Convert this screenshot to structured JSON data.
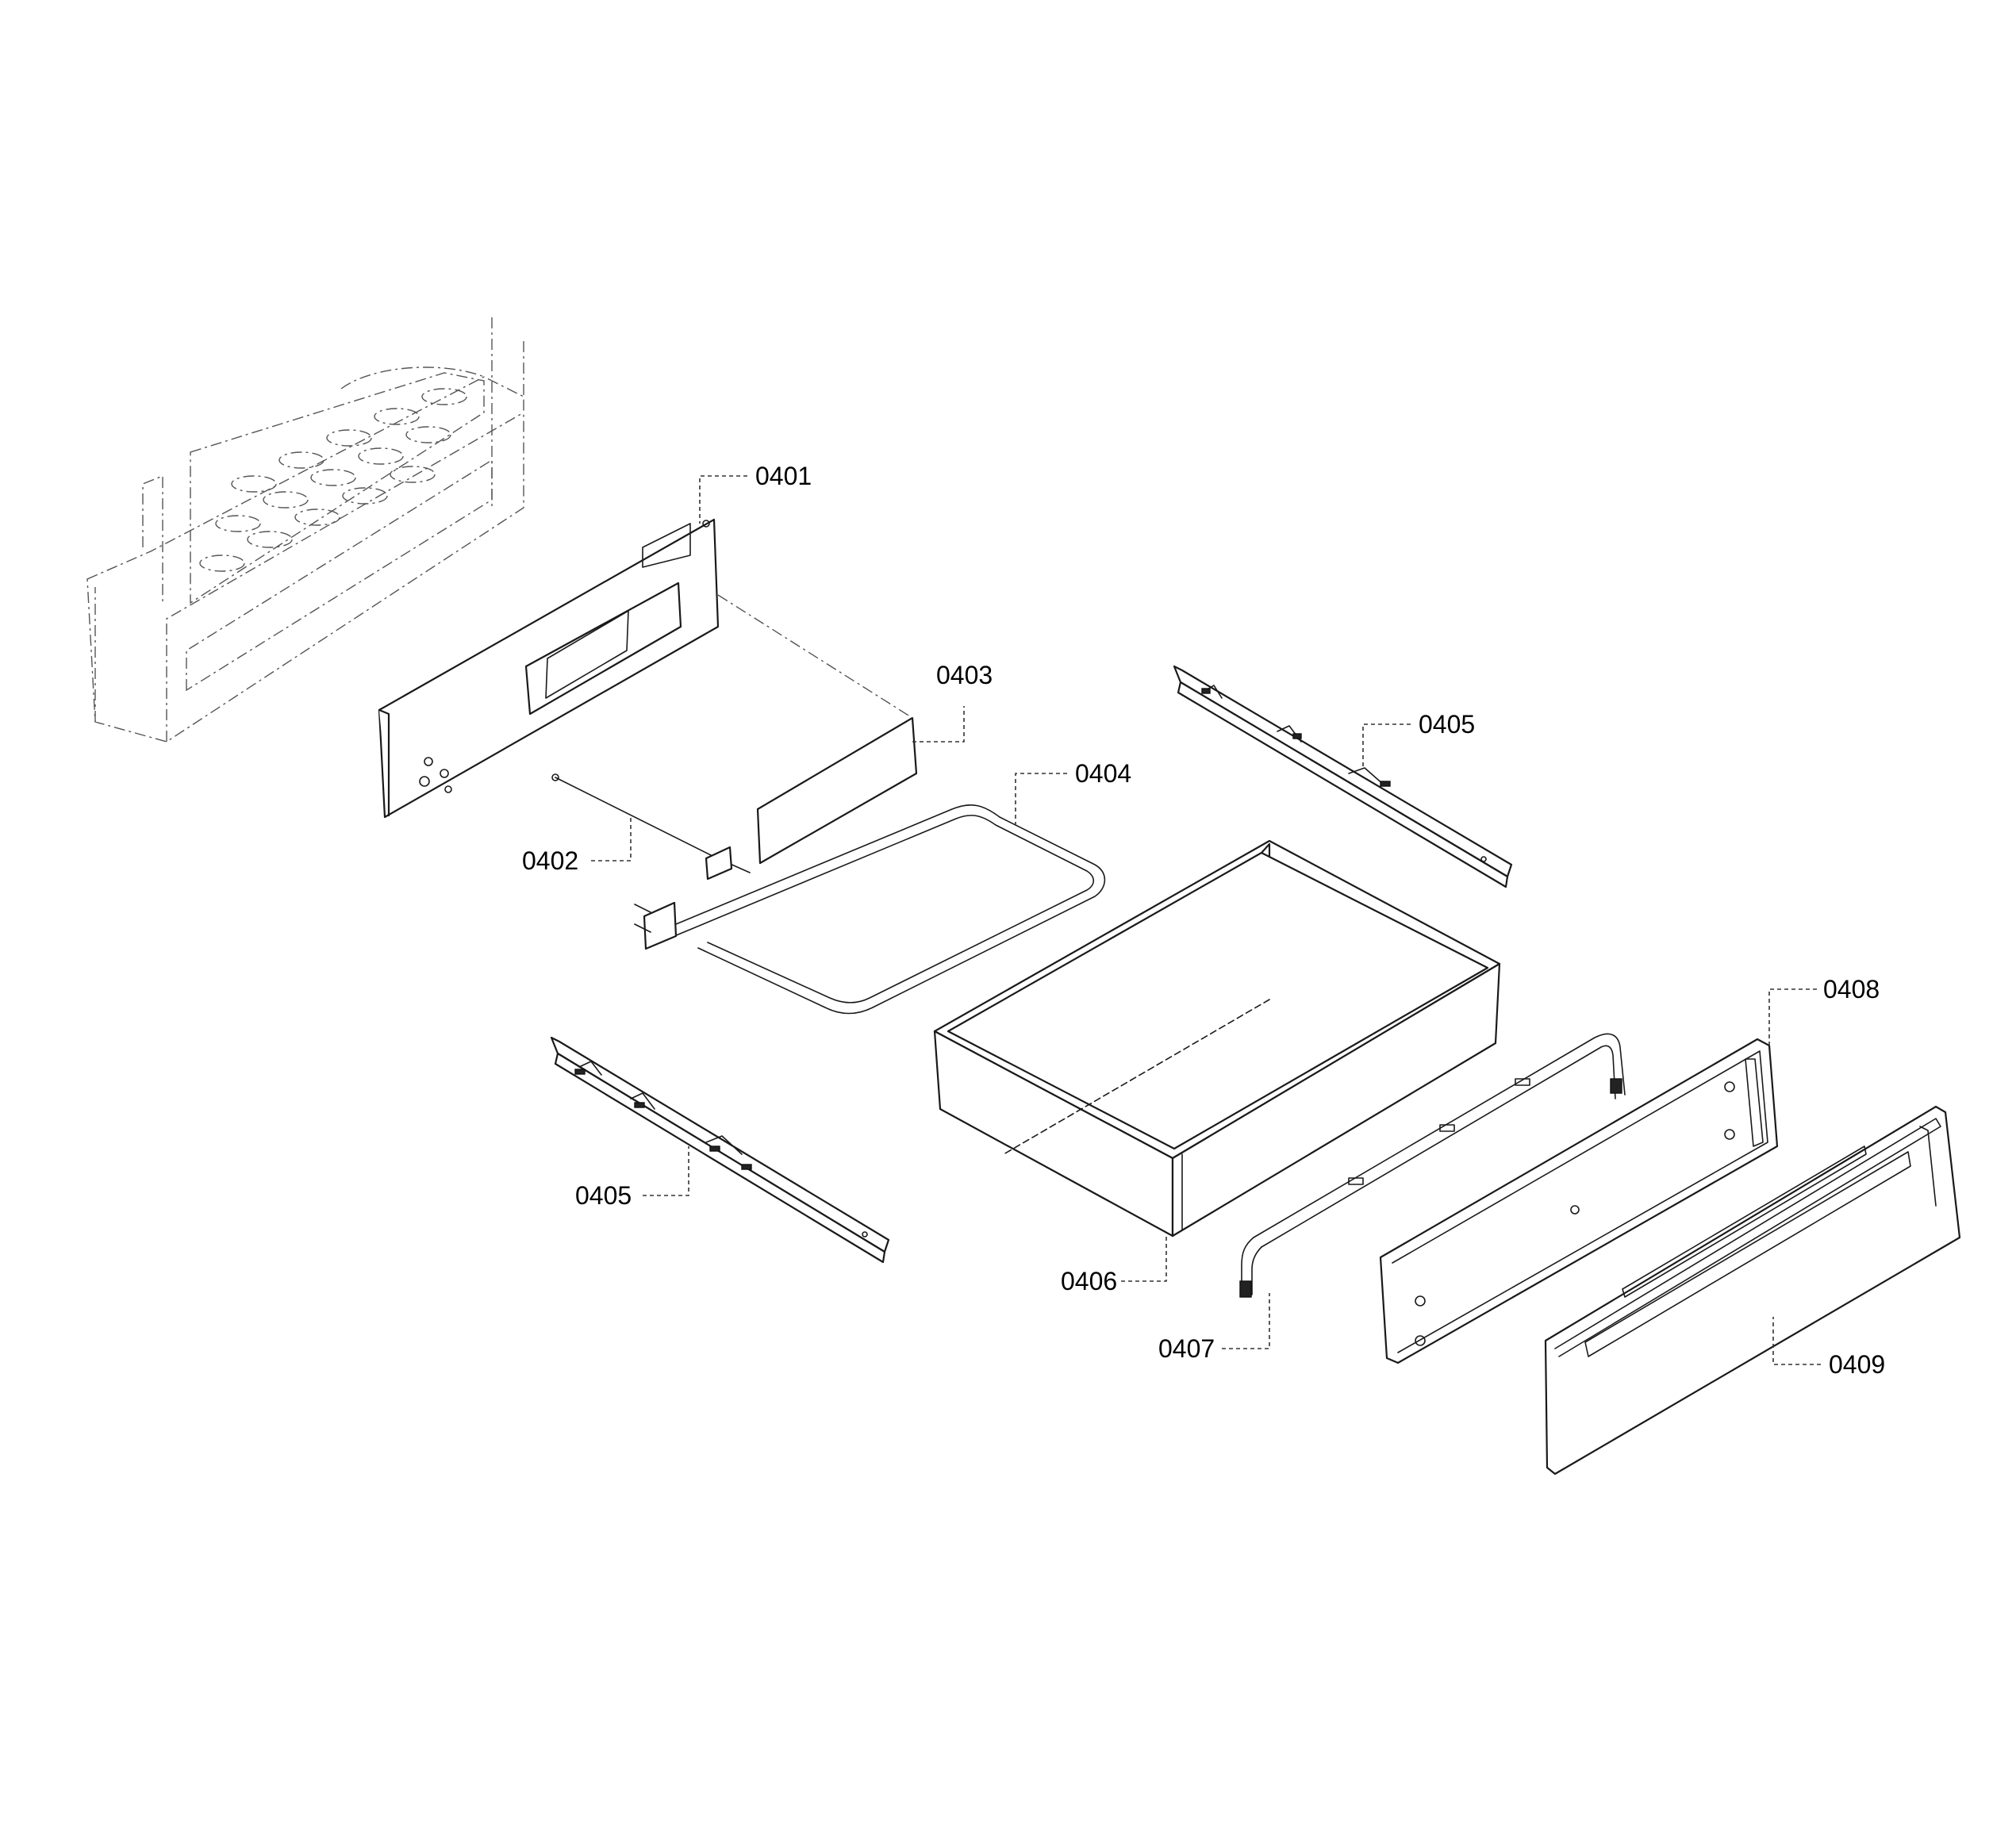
{
  "callouts": {
    "part_0401": "0401",
    "part_0402": "0402",
    "part_0403": "0403",
    "part_0404": "0404",
    "part_0405_right": "0405",
    "part_0405_left": "0405",
    "part_0406": "0406",
    "part_0407": "0407",
    "part_0408": "0408",
    "part_0409": "0409"
  },
  "colors": {
    "line": "#1a1a1a",
    "background": "#ffffff"
  }
}
